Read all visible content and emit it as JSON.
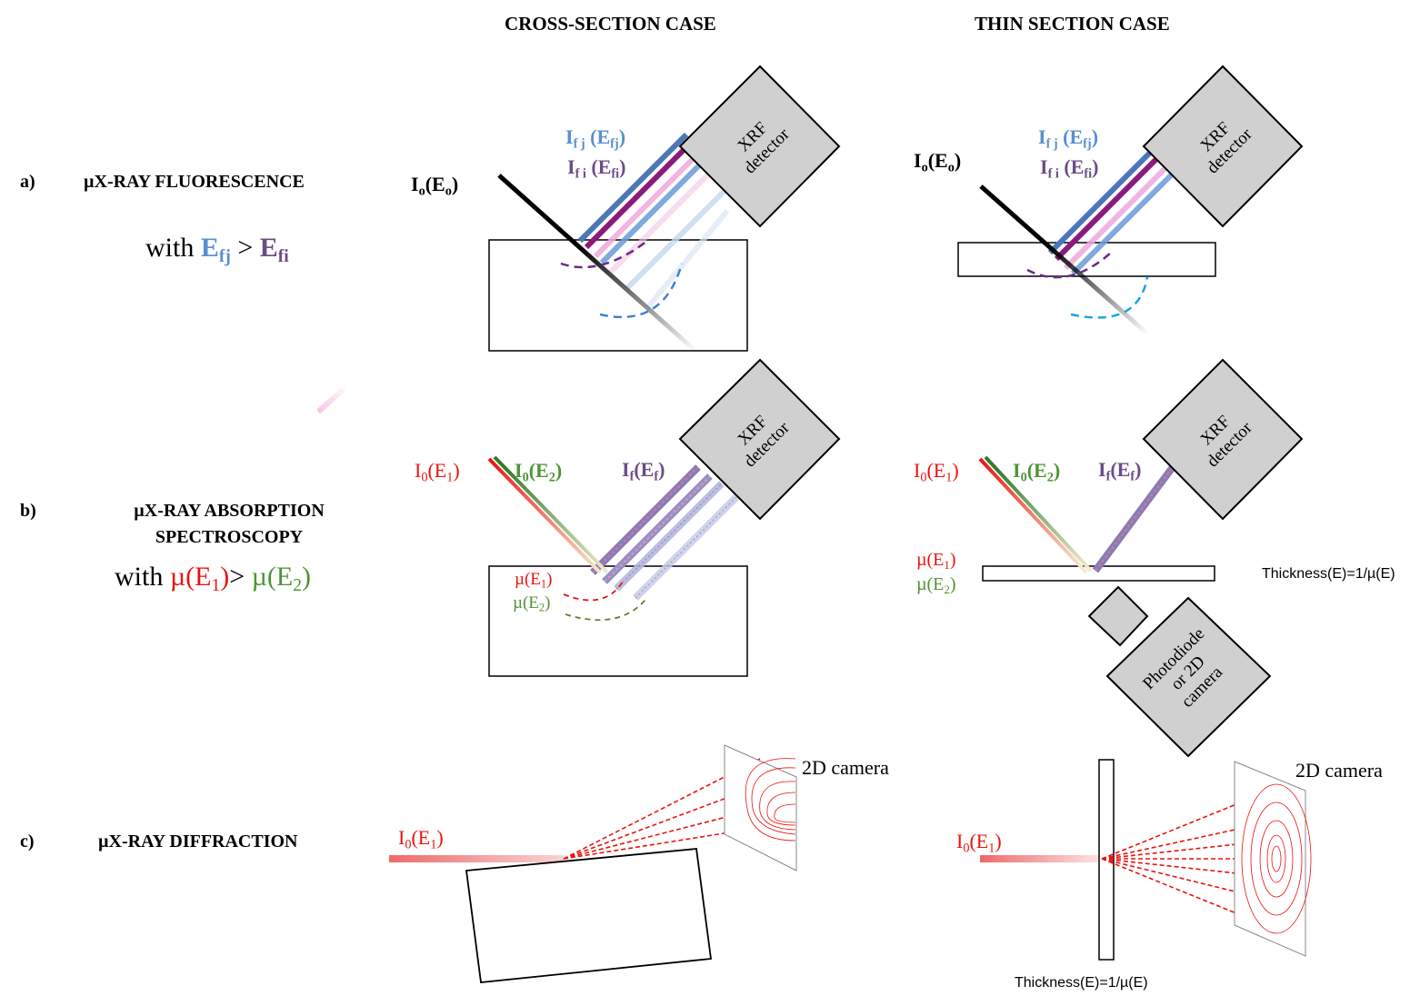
{
  "headers": {
    "cross_section": "CROSS-SECTION CASE",
    "thin_section": "THIN SECTION CASE"
  },
  "rows": {
    "a": {
      "letter": "a)",
      "title": "µX-RAY FLUORESCENCE",
      "condition_prefix": "with ",
      "condition_e1": "E",
      "condition_e1_sub": "fj",
      "condition_op": " > ",
      "condition_e2": "E",
      "condition_e2_sub": "fi"
    },
    "b": {
      "letter": "b)",
      "title_line1": "µX-RAY ABSORPTION",
      "title_line2": "SPECTROSCOPY",
      "condition_prefix": "with ",
      "condition_mu1": "µ(E",
      "condition_mu1_sub": "1",
      "condition_mu1_close": ")",
      "condition_op": "> ",
      "condition_mu2": "µ(E",
      "condition_mu2_sub": "2",
      "condition_mu2_close": ")"
    },
    "c": {
      "letter": "c)",
      "title": "µX-RAY DIFFRACTION"
    }
  },
  "labels": {
    "incident_a": {
      "main": "I",
      "sub": "o",
      "mid": "(E",
      "sub2": "o",
      "end": ")"
    },
    "ifj": {
      "main": "I",
      "sub": "f j",
      "mid": " (E",
      "sub2": "fj",
      "end": ")"
    },
    "ifi": {
      "main": "I",
      "sub": "f i",
      "mid": " (E",
      "sub2": "fi",
      "end": ")"
    },
    "xrf_detector_line1": "XRF",
    "xrf_detector_line2": "detector",
    "i0e1": {
      "main": "I",
      "sub": "0",
      "mid": "(E",
      "sub2": "1",
      "end": ")"
    },
    "i0e2": {
      "main": "I",
      "sub": "0",
      "mid": "(E",
      "sub2": "2",
      "end": ")"
    },
    "ifef": {
      "main": "I",
      "sub": "f",
      "mid": "(E",
      "sub2": "f",
      "end": ")"
    },
    "mu_e1": {
      "main": "µ(E",
      "sub": "1",
      "end": ")"
    },
    "mu_e2": {
      "main": "µ(E",
      "sub": "2",
      "end": ")"
    },
    "thickness": "Thickness(E)=1/µ(E)",
    "photodiode_line1": "Photodiode",
    "photodiode_line2": "or 2D",
    "photodiode_line3": "camera",
    "camera_2d": "2D camera"
  },
  "colors": {
    "e1_red": "#e8140f",
    "e2_green": "#4e9435",
    "efj_blue": "#5a8fd0",
    "efi_purple": "#6b4c8a",
    "detector_fill": "#d0d0d0"
  }
}
